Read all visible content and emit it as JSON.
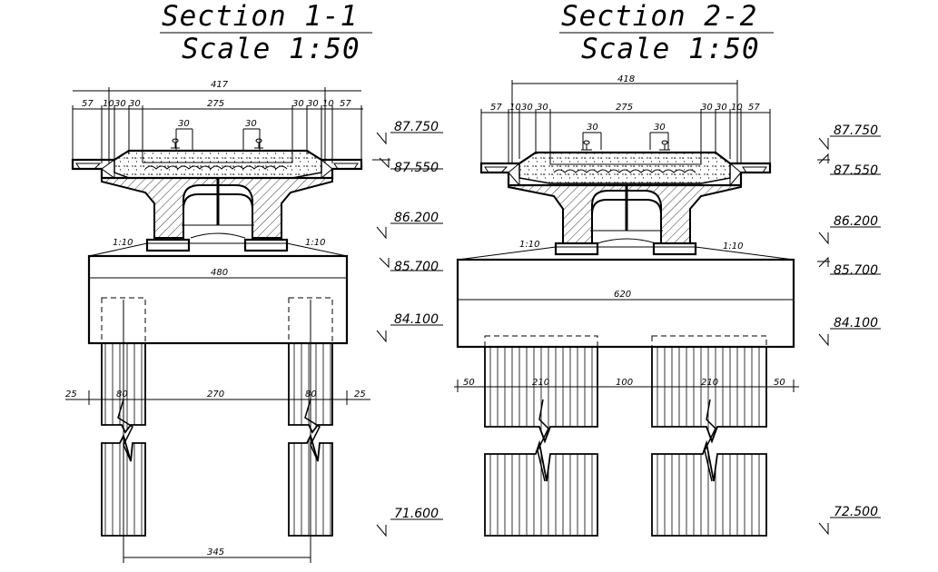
{
  "section_left": {
    "title": "Section 1-1",
    "scale": "Scale 1:50",
    "dims": {
      "total_top": "417",
      "s57a": "57",
      "s10a": "10",
      "s30a": "30",
      "s30b": "30",
      "middle": "275",
      "s30c": "30",
      "s30d": "30",
      "s10b": "10",
      "s57b": "57",
      "rail_a": "30",
      "rail_b": "30",
      "slope_a": "1:10",
      "slope_b": "1:10",
      "cap_width": "480",
      "edge_a": "25",
      "pile_a": "80",
      "pile_gap": "270",
      "pile_b": "80",
      "edge_b": "25",
      "pile_spacing": "345"
    },
    "elevations": [
      "87.750",
      "87.550",
      "86.200",
      "85.700",
      "84.100",
      "71.600"
    ]
  },
  "section_right": {
    "title": "Section 2-2",
    "scale": "Scale 1:50",
    "dims": {
      "total_top": "418",
      "s57a": "57",
      "s10a": "10",
      "s30a": "30",
      "s30b": "30",
      "middle": "275",
      "s30c": "30",
      "s30d": "30",
      "s10b": "10",
      "s57b": "57",
      "rail_a": "30",
      "rail_b": "30",
      "slope_a": "1:10",
      "slope_b": "1:10",
      "cap_width": "620",
      "edge_a": "50",
      "pile_a": "210",
      "pile_gap": "100",
      "pile_b": "210",
      "edge_b": "50"
    },
    "elevations": [
      "87.750",
      "87.550",
      "86.200",
      "85.700",
      "84.100",
      "72.500"
    ]
  }
}
